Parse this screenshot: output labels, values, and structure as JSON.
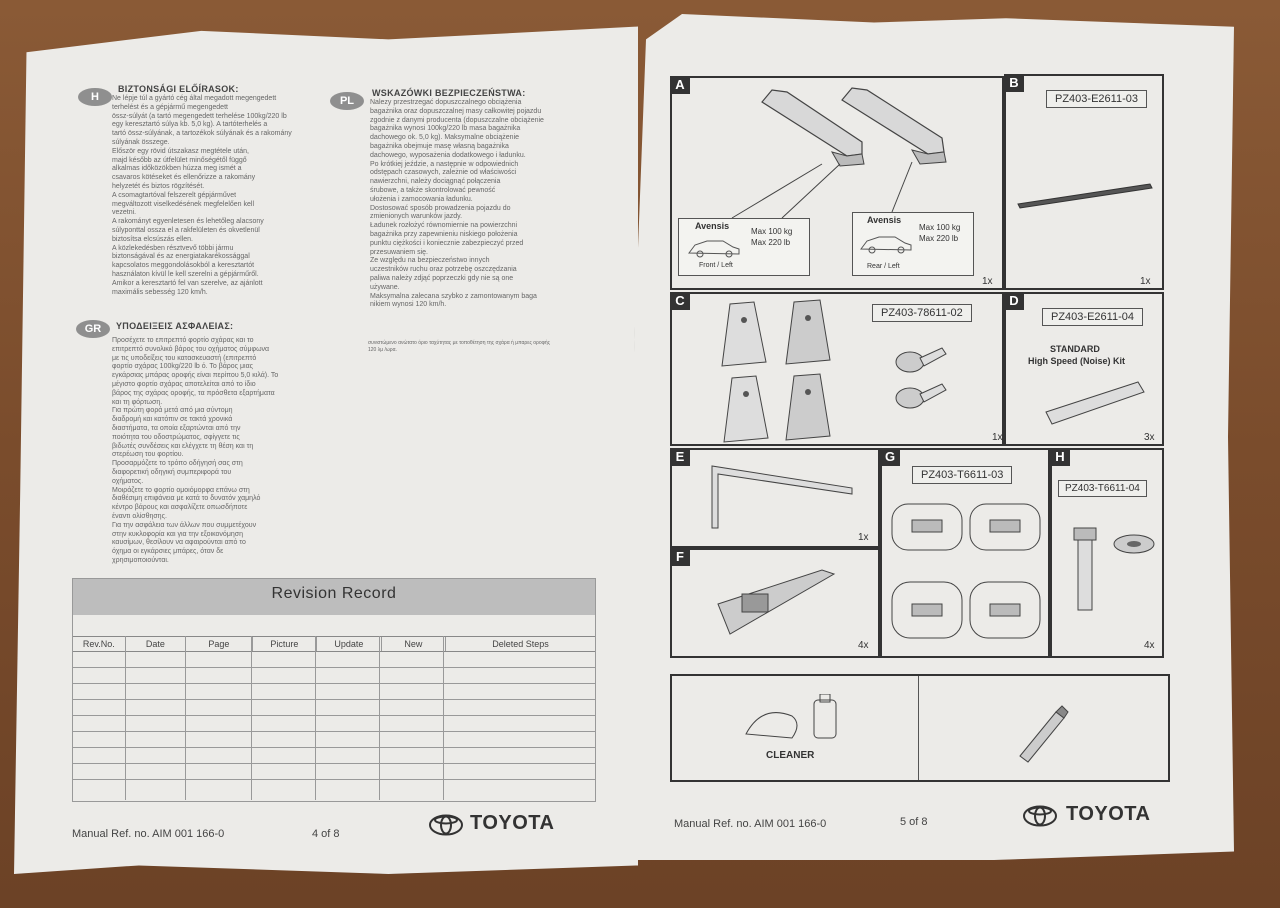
{
  "left_page": {
    "sections": {
      "hungarian": {
        "badge": "H",
        "title": "BIZTONSÁGI ELŐÍRASOK:",
        "lines": [
          "Ne lépje túl a gyártó cég által megadott megengedett",
          "terhelést és a gépjármű megengedett",
          "össz-súlyát (a tartó megengedett terhelése 100kg/220 lb",
          "egy keresztartó súlya kb. 5,0 kg). A tartóterhelés a",
          "tartó össz-súlyának, a tartozékok súlyának és a rakomány",
          "súlyának összege.",
          "Először egy rövid útszakasz megtétele után,",
          "majd később az útfelület minőségétől függő",
          "alkalmas időközökben húzza meg ismét a",
          "csavaros kötéseket és ellenőrizze a rakomány",
          "helyzetét és biztos rögzítését.",
          "A csomagtartóval felszerelt gépjárművet",
          "megváltozott viselkedésének megfelelően kell",
          "vezetni.",
          "A rakományt egyenletesen és lehetőleg alacsony",
          "súlyponttal ossza el a rakfelületen és okvetlenül",
          "biztosítsa elcsúszás ellen.",
          "A közlekedésben résztvevő többi jármu",
          "biztonságával és az energiatakarékossággal",
          "kapcsolatos meggondolásokból a keresztartót",
          "használaton kívül le kell szerelni a gépjárműről.",
          "Amikor a keresztartó fel van szerelve, az ajánlott",
          "maximális sebesség 120 km/h."
        ]
      },
      "polish": {
        "badge": "PL",
        "title": "WSKAZÓWKI BEZPIECZEŃSTWA:",
        "lines": [
          "Nalezy przestrzegać dopuszczalnego obciążenia",
          "bagażnika oraz dopuszczalnej masy całkowitej pojazdu",
          "zgodnie z danymi producenta (dopuszczalne obciążenie",
          "bagażnika wynosi 100kg/220 lb masa bagażnika",
          "dachowego ok. 5,0 kg). Maksymalne obciążenie",
          "bagażnika obejmuje masę własną bagażnika",
          "dachowego, wyposażenia dodatkowego i ładunku.",
          "Po krótkiej jeździe, a następnie w odpowiednich",
          "odstępach czasowych, zależnie od właściwości",
          "nawierzchni, należy dociągnąć połączenia",
          "śrubowe, a także skontrolować pewność",
          "ułożenia i zamocowania ładunku.",
          "Dostosować sposób prowadzenia pojazdu do",
          "zmienionych warunków jazdy.",
          "Ładunek rozłożyć równomiernie na powierzchni",
          "bagażnika przy zapewnieniu niskiego położenia",
          "punktu ciężkości i koniecznie zabezpieczyć przed",
          "przesuwaniem się.",
          "Ze względu na bezpieczeństwo innych",
          "uczestników ruchu oraz potrzebę oszczędzania",
          "paliwa należy zdjąć poprzeczki gdy nie są one",
          "używane.",
          "Maksymalna zalecana szybko   z zamontowanym baga",
          "nikiem wynosi 120 km/h."
        ]
      },
      "greek": {
        "badge": "GR",
        "title": "ΥΠΟΔΕΙΞΕΙΣ ΑΣΦΑΛΕΙΑΣ:",
        "lines": [
          "Προσέχετε το επιτρεπτό φορτίο σχάρας και το",
          "επιτρεπτό συνολικό βάρος του οχήματος σύμφωνα",
          "με τις υποδείξεις του κατασκευαστή (επιτρεπτό",
          "φορτίο σχάρας 100kg/220 lb ό. Το βάρος μιας",
          "εγκάρσιας μπάρας οροφής είναι περίπου 5,0 κιλά). Το",
          "μέγιστο φορτίο σχάρας αποτελείται από το ίδιο",
          "βάρος της σχάρας οροφής, τα πρόσθετα εξαρτήματα",
          "και τη φόρτωση.",
          "Για πρώτη φορά μετά από μια σύντομη",
          "διαδρομή και κατόπιν σε τακτά χρονικά",
          "διαστήματα, τα οποία εξαρτώνται από την",
          "ποιότητα του οδοστρώματος, σφίγγετε τις",
          "βιδωτές συνδέσεις και ελέγχετε τη θέση και τη",
          "στερέωση του φορτίου.",
          "Προσαρμόζετε το τρόπο οδήγησή σας στη",
          "διαφορετική οδηγική συμπεριφορά του",
          "οχήματος.",
          "Μοιράζετε το φορτίο ομοιόμορφα επάνω στη",
          "διαθέσιμη επιφάνεια με κατά το δυνατόν χαμηλό",
          "κέντρο βάρους και ασφαλίζετε οπωσδήποτε",
          "έναντι ολίσθησης.",
          "Για την ασφάλεια των άλλων που συμμετέχουν",
          "στην κυκλοφορία και για την εξοικονόμηση",
          "καυσίμων, θεσίλουν να αφαιρούνται από το",
          "όχημα οι εγκάρσιες μπάρες, όταν δε",
          "χρησιμοποιούνται."
        ],
        "side_note": [
          "συνιστώμενο ανώτατο όριο ταχύτητας με τοποθέτηση της σχάρα ή μπαρες οροφής",
          "120 λμ /ωρα."
        ]
      }
    },
    "revision_record": {
      "title": "Revision Record",
      "columns": [
        "Rev.No.",
        "Date",
        "Page",
        "Picture",
        "Update",
        "New",
        "Deleted Steps"
      ]
    },
    "footer": {
      "manual_ref": "Manual Ref. no. AIM 001 166-0",
      "page": "4 of 8",
      "brand": "TOYOTA"
    }
  },
  "right_page": {
    "panels": {
      "A": {
        "label": "A",
        "qty": "1x",
        "callout_front": {
          "model": "Avensis",
          "max_kg": "Max 100 kg",
          "max_lb": "Max 220 lb",
          "position": "Front / Left"
        },
        "callout_rear": {
          "model": "Avensis",
          "max_kg": "Max 100 kg",
          "max_lb": "Max 220 lb",
          "position": "Rear / Left"
        }
      },
      "B": {
        "label": "B",
        "code": "PZ403-E2611-03",
        "qty": "1x"
      },
      "C": {
        "label": "C",
        "code": "PZ403-78611-02",
        "qty": "1x"
      },
      "D": {
        "label": "D",
        "code": "PZ403-E2611-04",
        "line1": "STANDARD",
        "line2": "High Speed (Noise) Kit",
        "qty": "3x"
      },
      "E": {
        "label": "E",
        "qty": "1x"
      },
      "F": {
        "label": "F",
        "qty": "4x"
      },
      "G": {
        "label": "G",
        "code": "PZ403-T6611-03"
      },
      "H": {
        "label": "H",
        "code": "PZ403-T6611-04",
        "qty": "4x"
      }
    },
    "cleaner_label": "CLEANER",
    "footer": {
      "manual_ref": "Manual Ref. no. AIM 001 166-0",
      "page": "5 of 8",
      "brand": "TOYOTA"
    }
  }
}
